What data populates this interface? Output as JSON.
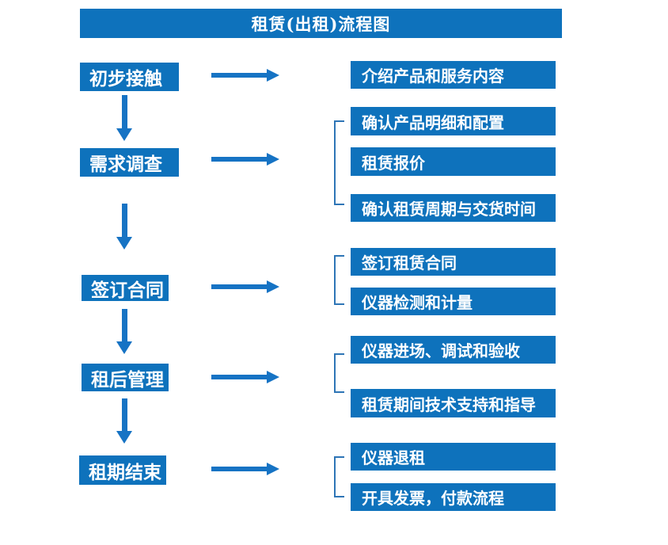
{
  "title": "租赁(出租)流程图",
  "colors": {
    "box_fill": "#0E72BC",
    "arrow": "#1673C4",
    "bracket": "#2E75B6",
    "text": "#FFFFFF",
    "background": "#FFFFFF"
  },
  "stages": [
    {
      "label": "初步接触",
      "outputs": [
        "介绍产品和服务内容"
      ]
    },
    {
      "label": "需求调查",
      "outputs": [
        "确认产品明细和配置",
        "租赁报价",
        "确认租赁周期与交货时间"
      ]
    },
    {
      "label": "签订合同",
      "outputs": [
        "签订租赁合同",
        "仪器检测和计量"
      ]
    },
    {
      "label": "租后管理",
      "outputs": [
        "仪器进场、调试和验收",
        "租赁期间技术支持和指导"
      ]
    },
    {
      "label": "租期结束",
      "outputs": [
        "仪器退租",
        "开具发票，付款流程"
      ]
    }
  ]
}
